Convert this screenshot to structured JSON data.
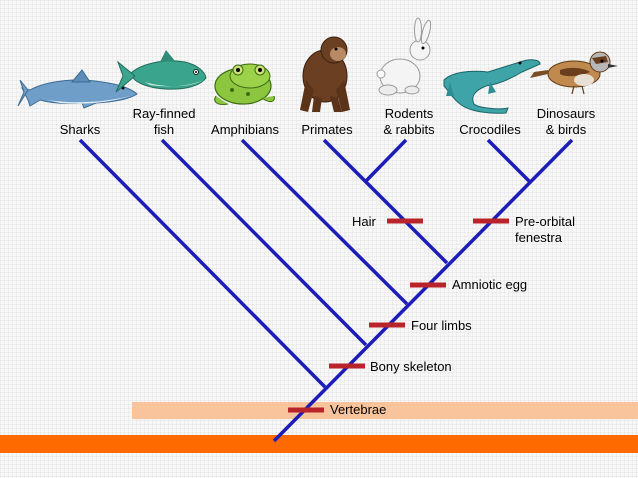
{
  "colors": {
    "branch": "#1c1cb8",
    "trait_mark": "#b8242a",
    "vertebrae_band": "#f9c49b",
    "ground_band": "#ff6a00"
  },
  "taxa": [
    {
      "label": "Sharks",
      "icon": "shark-icon"
    },
    {
      "label": "Ray-finned\nfish",
      "icon": "tuna-fish-icon"
    },
    {
      "label": "Amphibians",
      "icon": "frog-icon"
    },
    {
      "label": "Primates",
      "icon": "chimpanzee-icon"
    },
    {
      "label": "Rodents\n& rabbits",
      "icon": "rabbit-icon"
    },
    {
      "label": "Crocodiles",
      "icon": "crocodile-icon"
    },
    {
      "label": "Dinosaurs\n& birds",
      "icon": "sparrow-icon"
    }
  ],
  "traits": [
    {
      "label": "Hair"
    },
    {
      "label": "Pre-orbital\nfenestra"
    },
    {
      "label": "Amniotic egg"
    },
    {
      "label": "Four limbs"
    },
    {
      "label": "Bony skeleton"
    },
    {
      "label": "Vertebrae"
    }
  ]
}
